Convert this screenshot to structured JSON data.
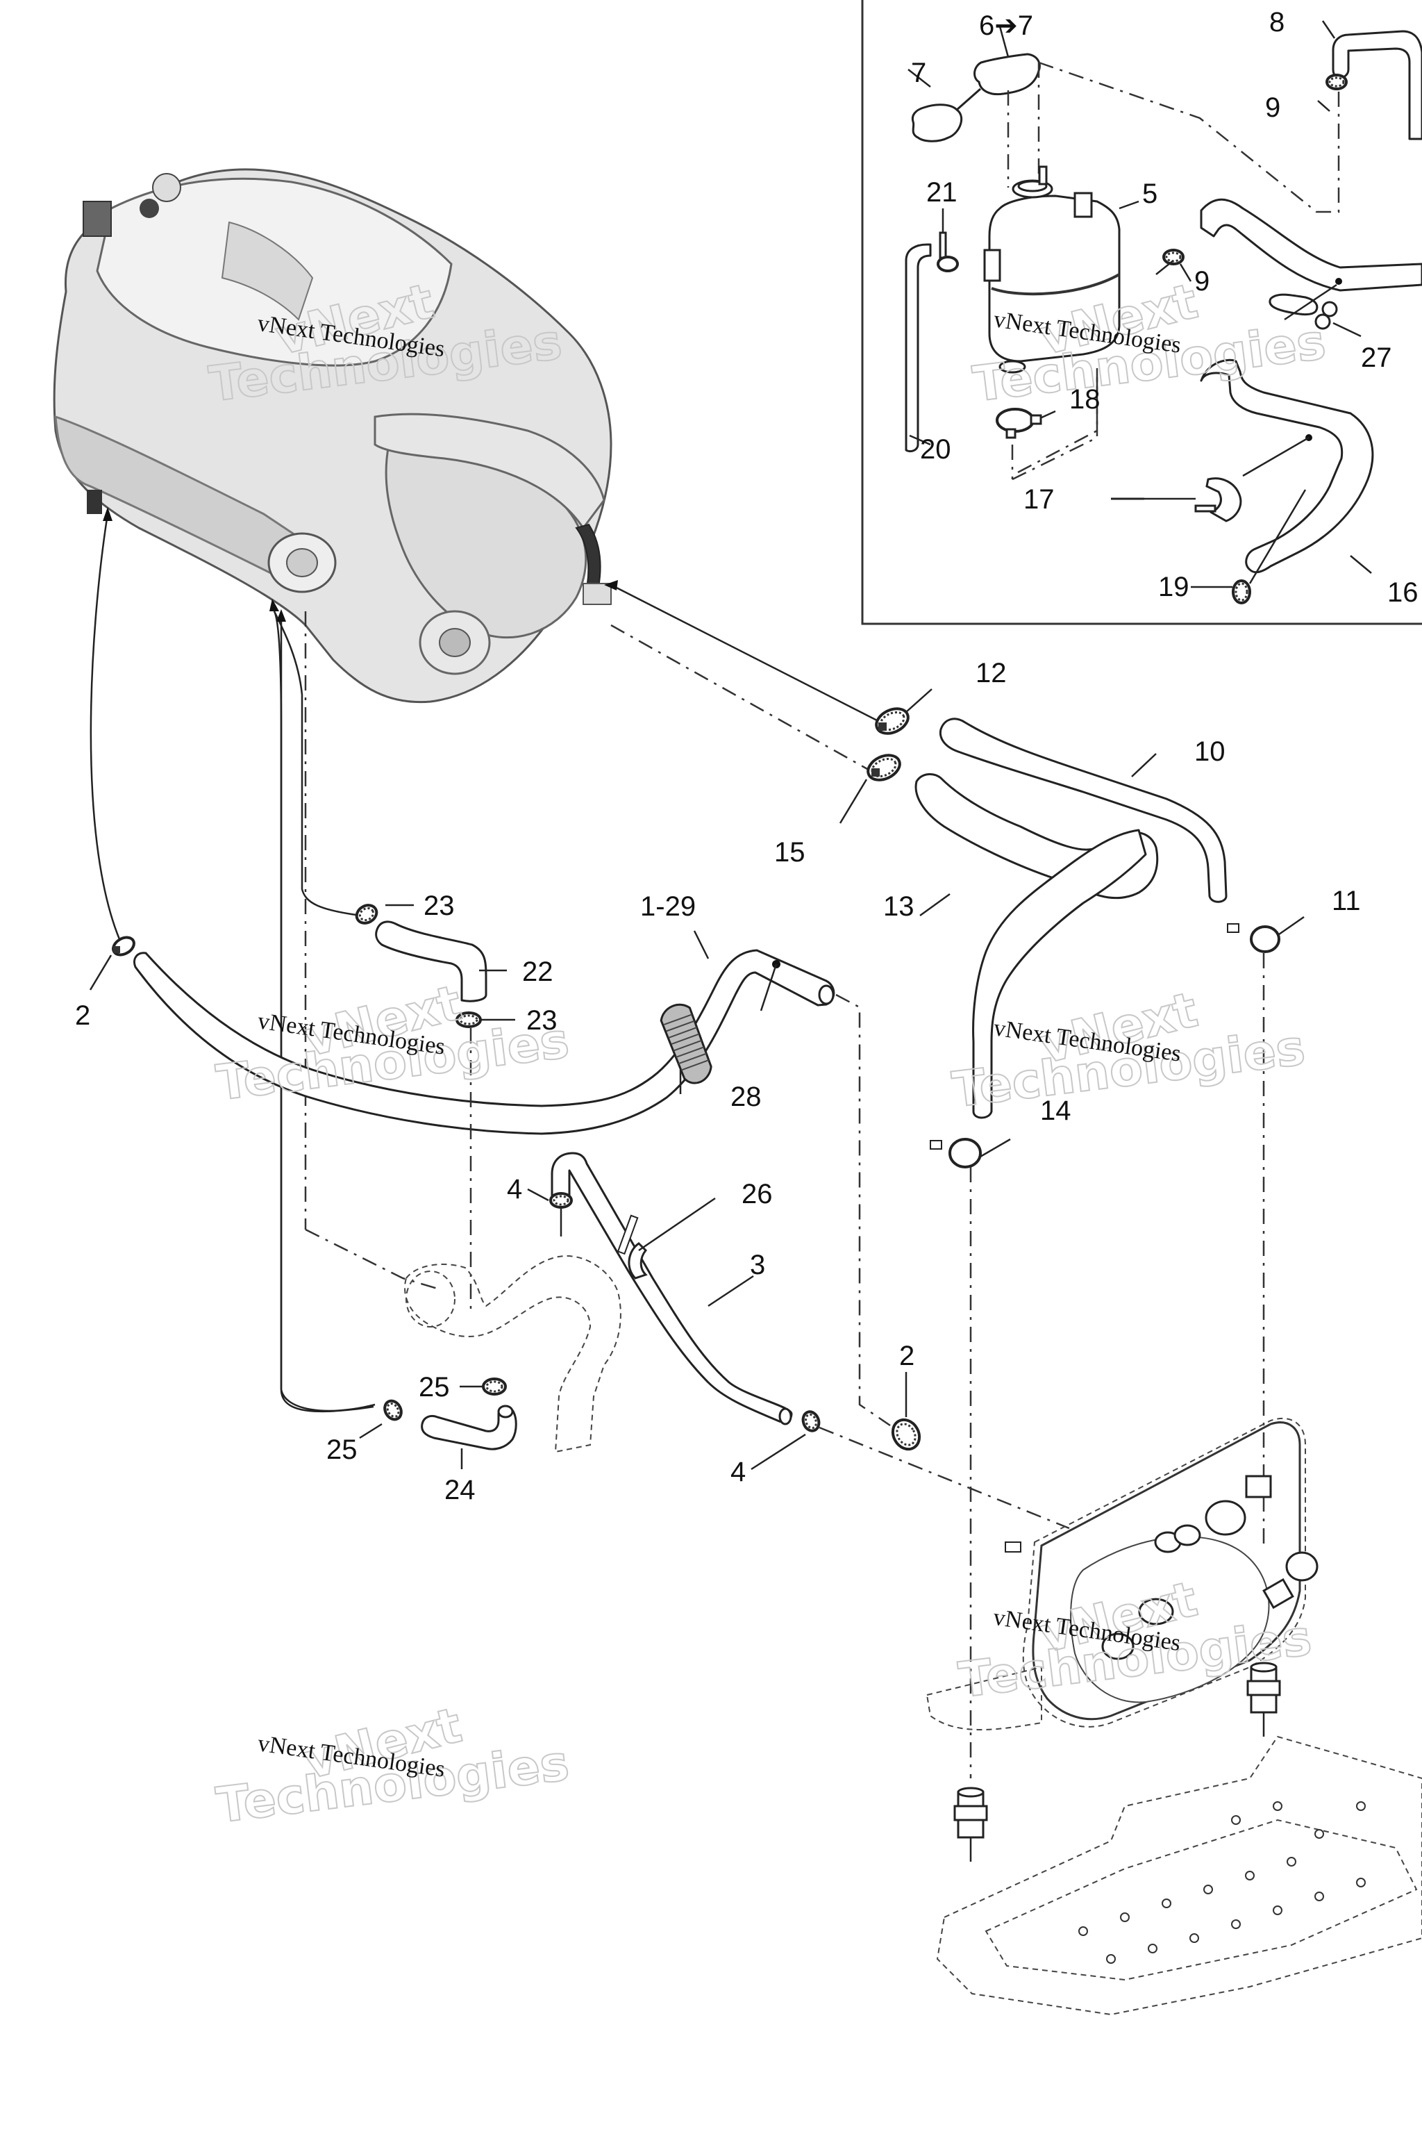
{
  "diagram": {
    "subject": "Engine cooling system exploded parts view",
    "watermark": {
      "small_text": "vNext Technologies",
      "big_line1": "vNext",
      "big_line2": "Technologies"
    },
    "callouts": [
      {
        "id": "c-6-7",
        "label": "6➔7"
      },
      {
        "id": "c-8",
        "label": "8"
      },
      {
        "id": "c-7",
        "label": "7"
      },
      {
        "id": "c-9a",
        "label": "9"
      },
      {
        "id": "c-21",
        "label": "21"
      },
      {
        "id": "c-5",
        "label": "5"
      },
      {
        "id": "c-9b",
        "label": "9"
      },
      {
        "id": "c-27",
        "label": "27"
      },
      {
        "id": "c-18",
        "label": "18"
      },
      {
        "id": "c-20",
        "label": "20"
      },
      {
        "id": "c-17",
        "label": "17"
      },
      {
        "id": "c-19",
        "label": "19"
      },
      {
        "id": "c-16",
        "label": "16"
      },
      {
        "id": "c-12",
        "label": "12"
      },
      {
        "id": "c-10",
        "label": "10"
      },
      {
        "id": "c-15",
        "label": "15"
      },
      {
        "id": "c-13",
        "label": "13"
      },
      {
        "id": "c-11",
        "label": "11"
      },
      {
        "id": "c-23a",
        "label": "23"
      },
      {
        "id": "c-1-29",
        "label": "1-29"
      },
      {
        "id": "c-22",
        "label": "22"
      },
      {
        "id": "c-2a",
        "label": "2"
      },
      {
        "id": "c-23b",
        "label": "23"
      },
      {
        "id": "c-28",
        "label": "28"
      },
      {
        "id": "c-14",
        "label": "14"
      },
      {
        "id": "c-4a",
        "label": "4"
      },
      {
        "id": "c-26",
        "label": "26"
      },
      {
        "id": "c-3",
        "label": "3"
      },
      {
        "id": "c-2b",
        "label": "2"
      },
      {
        "id": "c-25a",
        "label": "25"
      },
      {
        "id": "c-25b",
        "label": "25"
      },
      {
        "id": "c-4b",
        "label": "4"
      },
      {
        "id": "c-24",
        "label": "24"
      }
    ],
    "parts": [
      {
        "ref": "1-29",
        "name": "hose"
      },
      {
        "ref": "2",
        "name": "clamp"
      },
      {
        "ref": "3",
        "name": "hose"
      },
      {
        "ref": "4",
        "name": "clamp"
      },
      {
        "ref": "5",
        "name": "coolant reservoir"
      },
      {
        "ref": "6➔7",
        "name": "reservoir cap"
      },
      {
        "ref": "7",
        "name": "cap gasket"
      },
      {
        "ref": "8",
        "name": "hose"
      },
      {
        "ref": "9",
        "name": "clamp"
      },
      {
        "ref": "10",
        "name": "hose"
      },
      {
        "ref": "11",
        "name": "clamp"
      },
      {
        "ref": "12",
        "name": "clamp"
      },
      {
        "ref": "13",
        "name": "hose"
      },
      {
        "ref": "14",
        "name": "clamp"
      },
      {
        "ref": "15",
        "name": "clamp"
      },
      {
        "ref": "16",
        "name": "hose"
      },
      {
        "ref": "17",
        "name": "hose clip"
      },
      {
        "ref": "18",
        "name": "clamp"
      },
      {
        "ref": "19",
        "name": "clamp"
      },
      {
        "ref": "20",
        "name": "overflow hose"
      },
      {
        "ref": "21",
        "name": "tie clamp"
      },
      {
        "ref": "22",
        "name": "hose"
      },
      {
        "ref": "23",
        "name": "clamp"
      },
      {
        "ref": "24",
        "name": "hose"
      },
      {
        "ref": "25",
        "name": "clamp"
      },
      {
        "ref": "26",
        "name": "cable tie"
      },
      {
        "ref": "27",
        "name": "hose retainer"
      },
      {
        "ref": "28",
        "name": "protective sleeve"
      }
    ]
  }
}
